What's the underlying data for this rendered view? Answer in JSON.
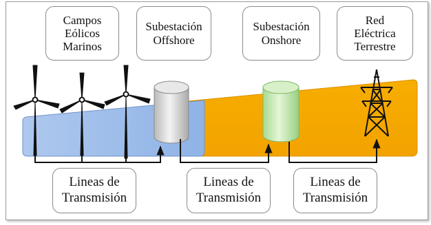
{
  "labels": {
    "wind_farms": "Campos\nEólicos\nMarinos",
    "offshore_substation": "Subestación\nOffshore",
    "onshore_substation": "Subestación\nOnshore",
    "land_grid": "Red\nEléctrica\nTerrestre",
    "lines_1": "Lineas de\nTransmisión",
    "lines_2": "Lineas de\nTransmisión",
    "lines_3": "Lineas de\nTransmisión"
  },
  "colors": {
    "sea": "#a7c2ea",
    "land": "#f5a800",
    "offshore_cylinder": "#d4d4d4",
    "onshore_cylinder": "#bde6a6",
    "lines": "#111111"
  },
  "icons": [
    "wind-turbine-icon",
    "cylinder-icon",
    "transmission-tower-icon"
  ]
}
